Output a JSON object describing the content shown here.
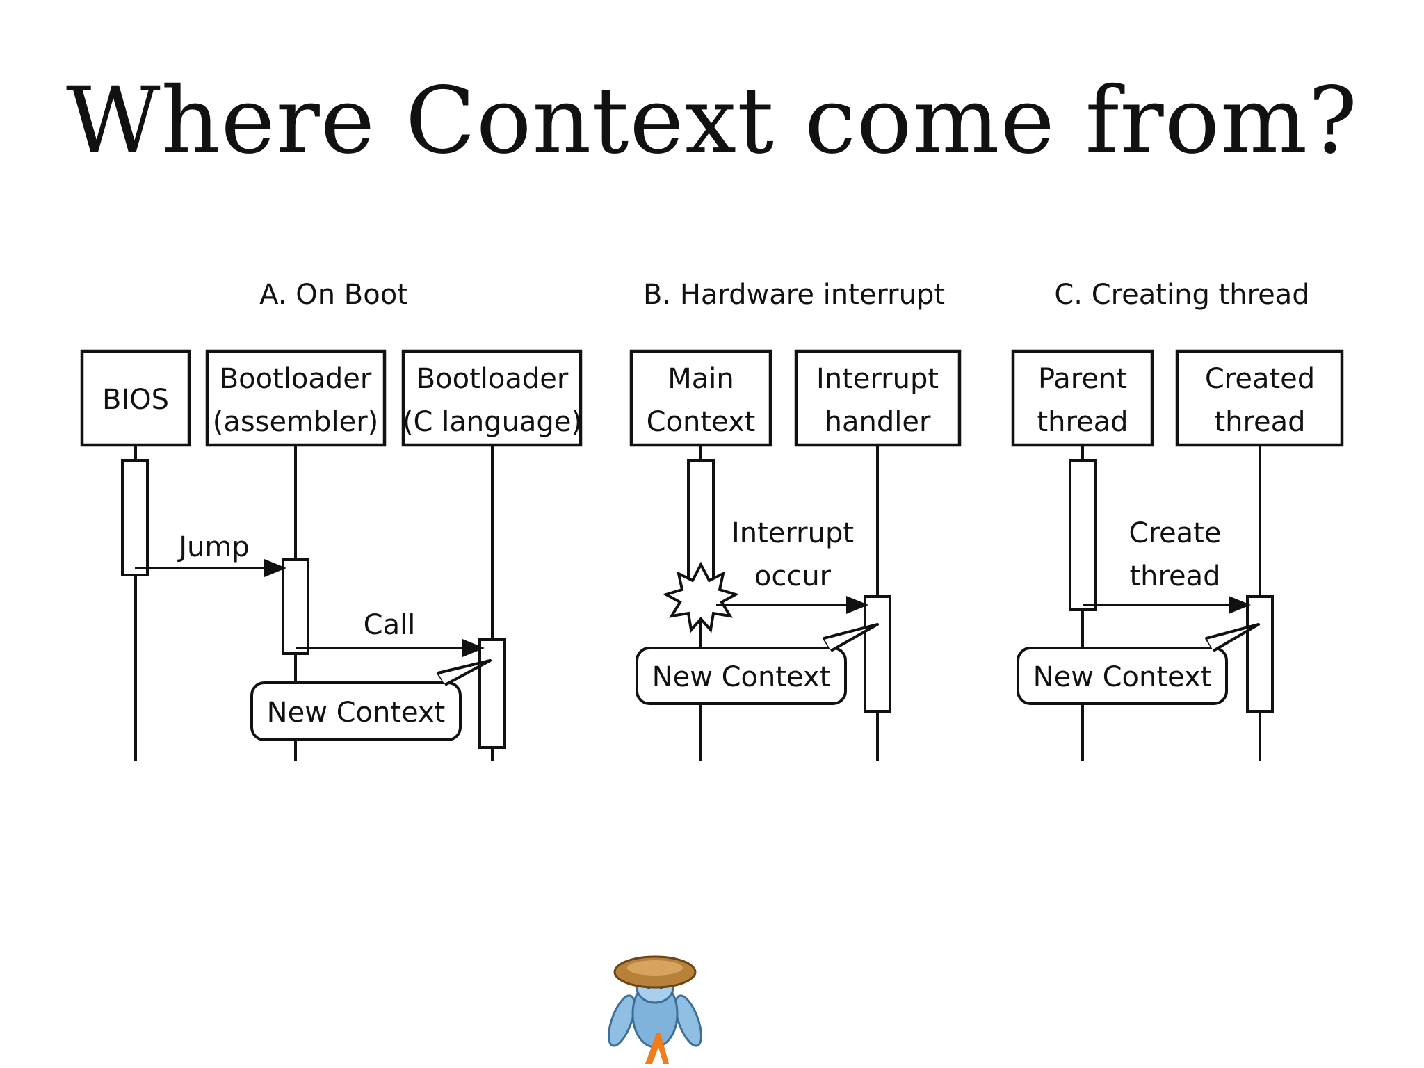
{
  "title": "Where Context come from?",
  "sections": [
    {
      "heading": "A. On Boot",
      "participants": [
        {
          "line1": "BIOS",
          "line2": ""
        },
        {
          "line1": "Bootloader",
          "line2": "(assembler)"
        },
        {
          "line1": "Bootloader",
          "line2": "(C language)"
        }
      ],
      "messages": [
        {
          "label": "Jump"
        },
        {
          "label": "Call"
        }
      ],
      "note": "New Context"
    },
    {
      "heading": "B. Hardware interrupt",
      "participants": [
        {
          "line1": "Main",
          "line2": "Context"
        },
        {
          "line1": "Interrupt",
          "line2": "handler"
        }
      ],
      "messages": [
        {
          "label_line1": "Interrupt",
          "label_line2": "occur"
        }
      ],
      "note": "New Context"
    },
    {
      "heading": "C. Creating thread",
      "participants": [
        {
          "line1": "Parent",
          "line2": "thread"
        },
        {
          "line1": "Created",
          "line2": "thread"
        }
      ],
      "messages": [
        {
          "label_line1": "Create",
          "label_line2": "thread"
        }
      ],
      "note": "New Context"
    }
  ],
  "logo": {
    "icon": "mascot-logo-icon",
    "colors": {
      "shell": "#b8813a",
      "body": "#7fb3dc",
      "accent": "#f07c1c"
    }
  }
}
